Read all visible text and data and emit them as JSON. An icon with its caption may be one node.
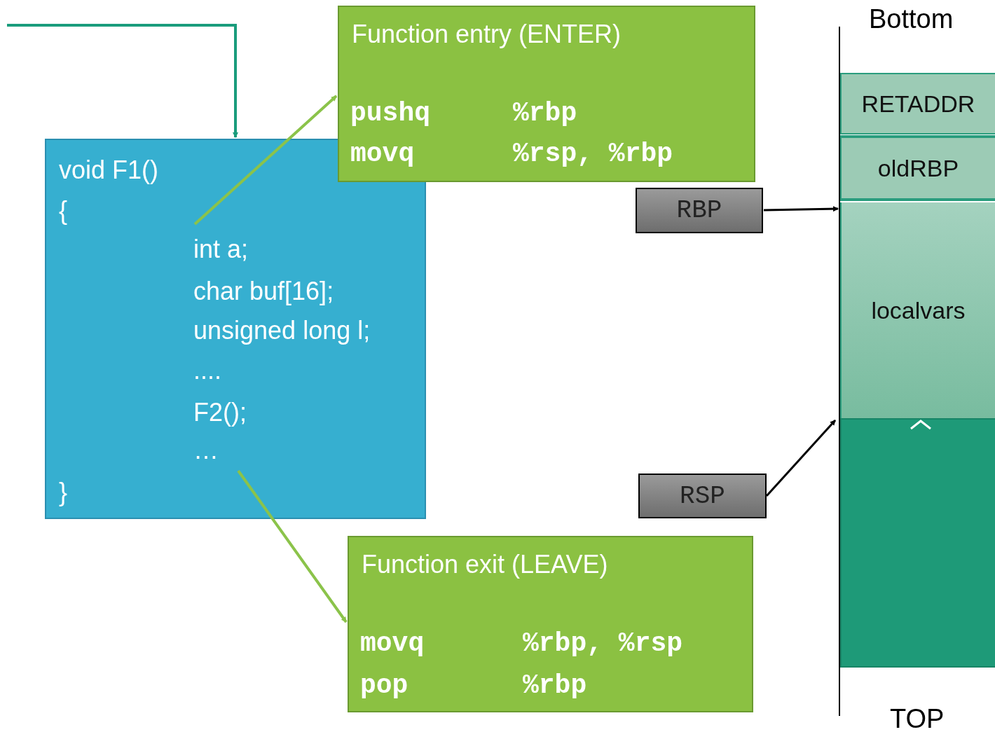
{
  "diagram": {
    "nodes": [
      {
        "text": [
          "void F1()",
          "{",
          "int a;",
          "char buf[16];",
          "unsigned long l;",
          "....",
          "F2();",
          "…",
          "}"
        ]
      },
      {
        "text": [
          "Function entry (ENTER)",
          "pushq",
          "%rbp",
          "movq",
          "%rsp, %rbp"
        ]
      },
      {
        "text": [
          "Function exit (LEAVE)",
          "movq",
          "%rbp, %rsp",
          "pop",
          "%rbp"
        ]
      },
      {
        "text": [
          "RBP"
        ]
      },
      {
        "text": [
          "RSP"
        ]
      },
      {
        "text": [
          "RETADDR"
        ]
      },
      {
        "text": [
          "oldRBP"
        ]
      },
      {
        "text": [
          "localvars"
        ]
      },
      {
        "text": [],
        "shape": "box"
      }
    ],
    "edges": [
      {
        "from": null,
        "to": 0,
        "arrow": "to",
        "color": "#1a9c7c"
      },
      {
        "from": 0,
        "to": 1,
        "arrow": "to",
        "color": "#8bc34a"
      },
      {
        "from": 0,
        "to": 2,
        "arrow": "to",
        "color": "#8bc34a"
      },
      {
        "from": 3,
        "to": 7,
        "arrow": "to",
        "color": "#000000"
      },
      {
        "from": 4,
        "to": 8,
        "arrow": "to",
        "color": "#000000"
      }
    ],
    "labels": [
      "Bottom",
      "TOP"
    ]
  }
}
